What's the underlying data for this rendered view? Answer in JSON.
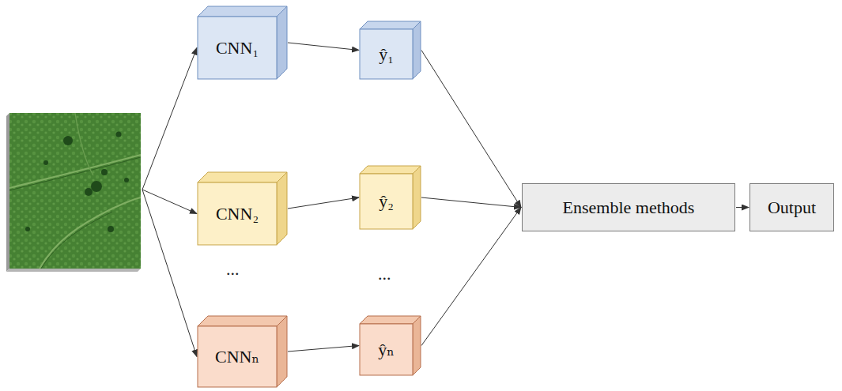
{
  "diagram": {
    "nodes": [
      {
        "text": [
          "CNN₁"
        ]
      },
      {
        "text": [
          "ŷ₁"
        ]
      },
      {
        "text": [
          "CNN₂"
        ]
      },
      {
        "text": [
          "ŷ₂"
        ]
      },
      {
        "text": [
          "Ensemble methods"
        ]
      },
      {
        "text": [
          "Output"
        ]
      },
      {
        "text": [
          "CNNₙ"
        ]
      },
      {
        "text": [
          "ŷₙ"
        ]
      }
    ],
    "edges": [
      {
        "from": 0,
        "to": 1,
        "arrow": "to"
      },
      {
        "from": 2,
        "to": 3,
        "arrow": "to"
      },
      {
        "from": 6,
        "to": 7,
        "arrow": "to"
      },
      {
        "from": 1,
        "to": 4,
        "arrow": "to"
      },
      {
        "from": 3,
        "to": 4,
        "arrow": "to"
      },
      {
        "from": 7,
        "to": 4,
        "arrow": "to"
      },
      {
        "from": 4,
        "to": 5,
        "arrow": "to"
      }
    ],
    "labels": [
      "...",
      "..."
    ]
  }
}
